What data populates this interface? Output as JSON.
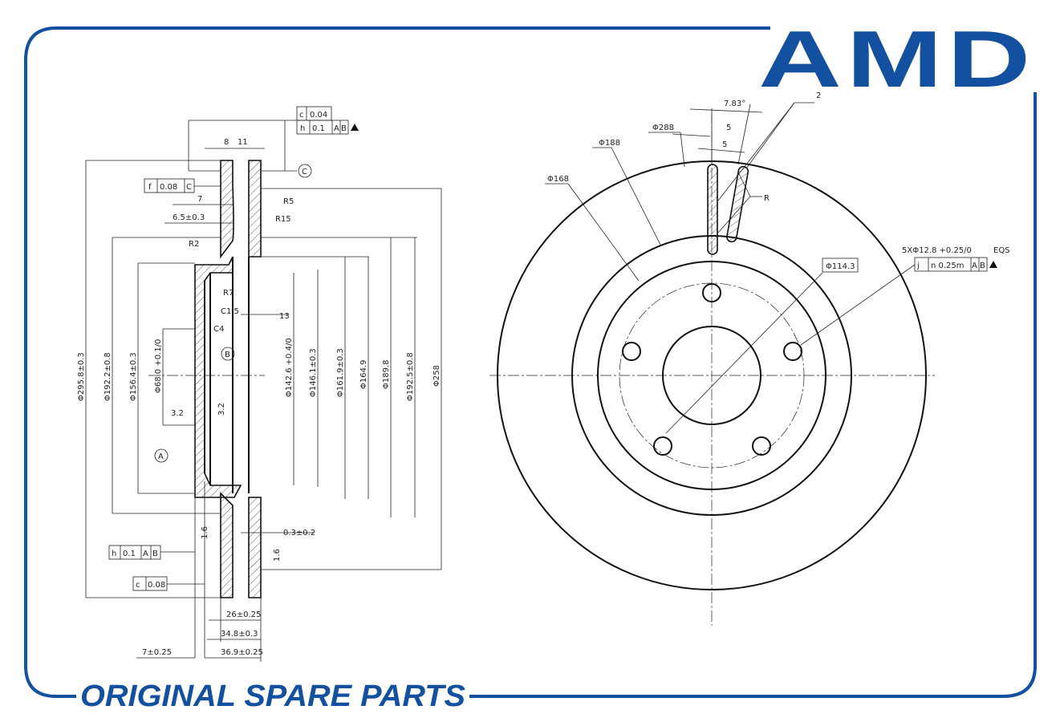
{
  "brand": {
    "logo": "AMD",
    "slogan": "ORIGINAL SPARE PARTS",
    "color": "#1450a0"
  },
  "section_view": {
    "tolerance_frames": {
      "top": {
        "row1": [
          "c",
          "0.04"
        ],
        "row2": [
          "h",
          "0.1",
          "A",
          "B"
        ]
      },
      "flatness": [
        "f",
        "0.08",
        "C"
      ],
      "runout_left": [
        "h",
        "0.1",
        "A",
        "B"
      ],
      "bottom": [
        "c",
        "0.08"
      ]
    },
    "datums": {
      "A": "A",
      "B": "B",
      "C": "C"
    },
    "dims": {
      "w8": "8",
      "w11": "11",
      "w7": "7",
      "w65": "6.5±0.3",
      "r2": "R2",
      "r5": "R5",
      "r15": "R15",
      "r7": "R7",
      "c15": "C1.5",
      "c4": "C4",
      "d13": "13",
      "d2958": "Φ295.8±0.3",
      "d1922": "Φ192.2±0.8",
      "d1564": "Φ156.4±0.3",
      "d68": "Φ68.0 +0.1/0",
      "d1426": "Φ142.6 +0.4/0",
      "d1461": "Φ146.1±0.3",
      "d1619": "Φ161.9±0.3",
      "d1649": "Φ164.9",
      "d1898": "Φ189.8",
      "d1925": "Φ192.5±0.8",
      "d258": "Φ258",
      "rough32a": "3.2",
      "rough32b": "3.2",
      "rough16a": "1.6",
      "rough16b": "1.6",
      "t03": "0.3±0.2",
      "t26": "26±0.25",
      "t348": "34.8±0.3",
      "t369": "36.9±0.25",
      "t7": "7±0.25"
    }
  },
  "front_view": {
    "dims": {
      "a783": "7.83°",
      "rough2": "2",
      "d288": "Φ288",
      "d188": "Φ188",
      "d168": "Φ168",
      "w5a": "5",
      "w5b": "5",
      "r": "R",
      "d1143": "Φ114.3",
      "holes": "5XΦ12.8 +0.25/0",
      "eqs": "EQS"
    },
    "position_frame": [
      "j",
      "n 0.25m",
      "A",
      "B"
    ]
  }
}
